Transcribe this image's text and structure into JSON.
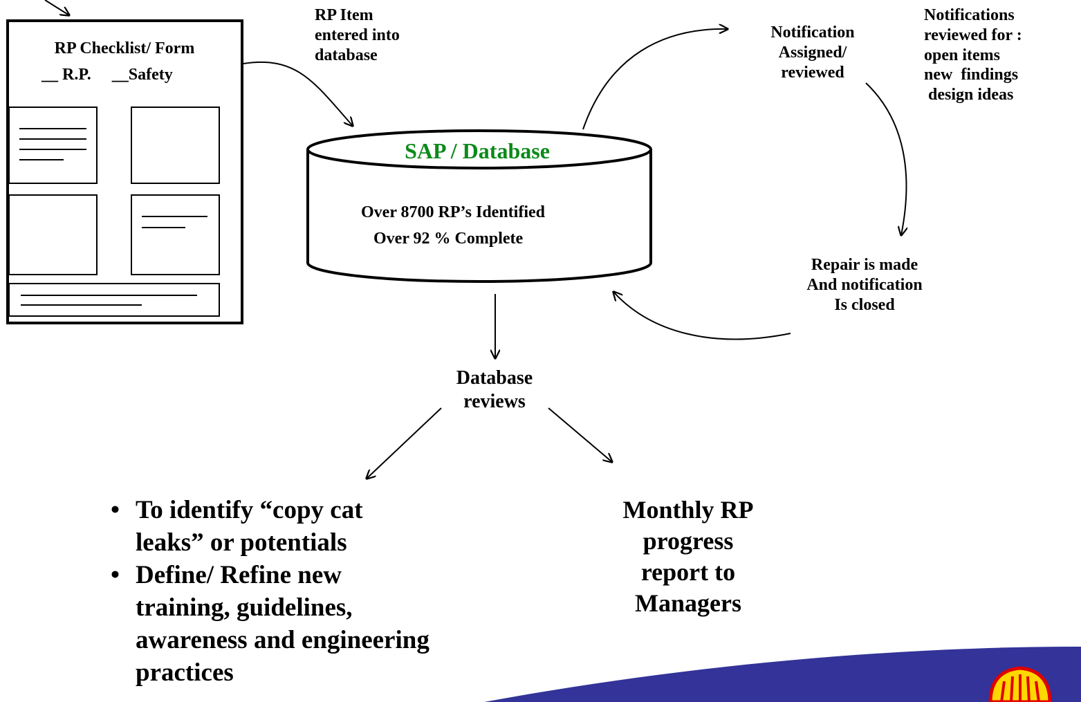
{
  "form": {
    "title": "RP Checklist/ Form",
    "options": "__ R.P.     __Safety"
  },
  "labels": {
    "rp_item": "RP Item\nentered  into\ndatabase",
    "notification_assigned": "Notification\nAssigned/\nreviewed",
    "notifications_reviewed": "Notifications\nreviewed for :\nopen items\nnew  findings\n design ideas",
    "repair": "Repair is made\nAnd notification\nIs closed",
    "db_reviews": "Database\nreviews"
  },
  "database": {
    "title": "SAP / Database",
    "stat1": "Over 8700 RP’s Identified",
    "stat2": "Over 92 % Complete"
  },
  "outcomes": {
    "bullets": [
      "To identify “copy cat leaks” or potentials",
      "Define/ Refine new training, guidelines, awareness and engineering practices"
    ],
    "monthly": "Monthly RP\nprogress\nreport to\nManagers"
  },
  "colors": {
    "banner": "#333399",
    "db_title": "#0c8a1a",
    "logo_red": "#e00000",
    "logo_yellow": "#ffd700"
  },
  "icons": [
    "shell-logo-icon"
  ]
}
